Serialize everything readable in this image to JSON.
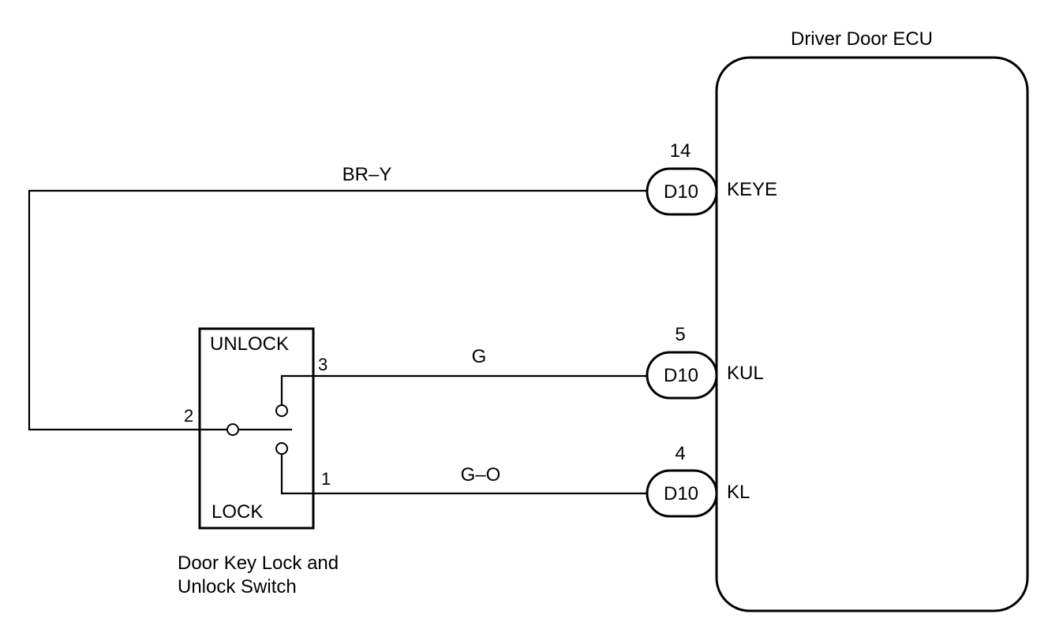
{
  "ecu": {
    "title": "Driver Door ECU",
    "pins": [
      {
        "pin": "14",
        "connector": "D10",
        "signal": "KEYE",
        "wire_color": "BR–Y"
      },
      {
        "pin": "5",
        "connector": "D10",
        "signal": "KUL",
        "wire_color": "G"
      },
      {
        "pin": "4",
        "connector": "D10",
        "signal": "KL",
        "wire_color": "G–O"
      }
    ]
  },
  "switch": {
    "label_top": "UNLOCK",
    "label_bottom": "LOCK",
    "terminal_common": "2",
    "terminal_unlock": "3",
    "terminal_lock": "1",
    "caption_line1": "Door Key Lock and",
    "caption_line2": "Unlock Switch"
  }
}
